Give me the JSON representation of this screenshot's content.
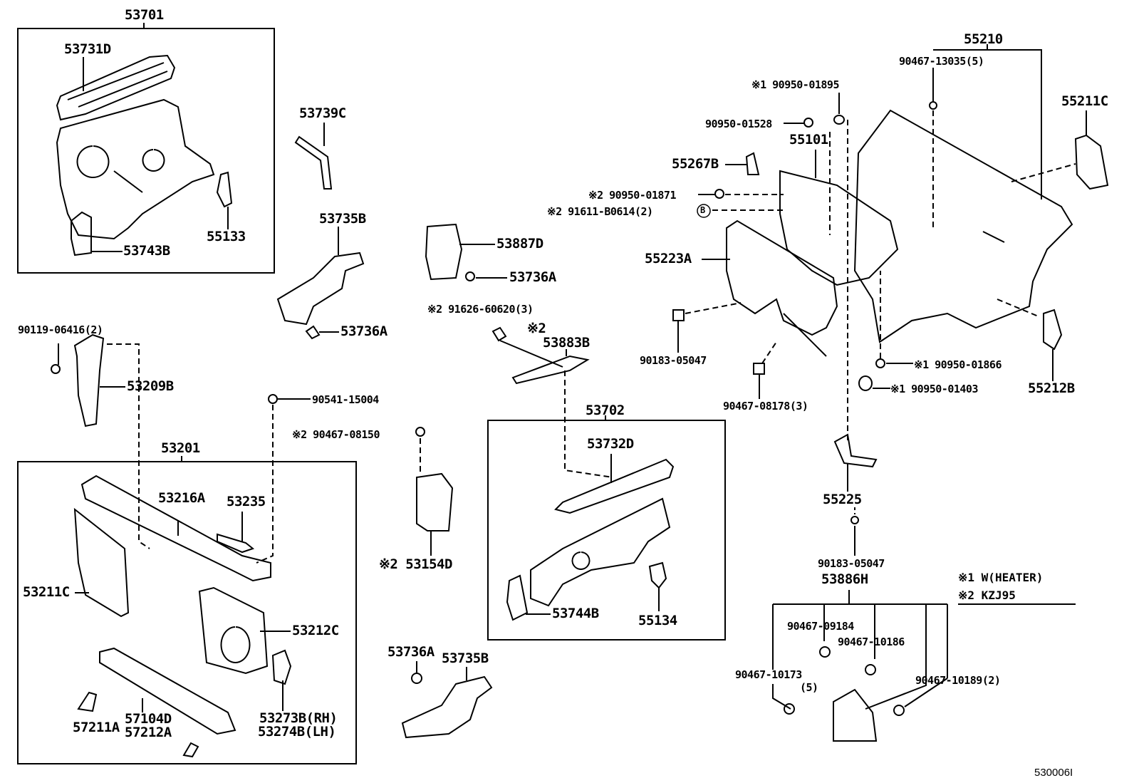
{
  "diagram": {
    "groups": {
      "g53701": "53701",
      "g53201": "53201",
      "g53702": "53702",
      "g55210": "55210"
    },
    "labels": {
      "p53731D": "53731D",
      "p55133": "55133",
      "p53743B": "53743B",
      "p53739C": "53739C",
      "p53735B_a": "53735B",
      "p53736A_a": "53736A",
      "p53887D": "53887D",
      "p53736A_b": "53736A",
      "p91626": "※2  91626-60620(3)",
      "p53883B_note": "※2",
      "p53883B": "53883B",
      "p90119": "90119-06416(2)",
      "p53209B": "53209B",
      "p90541": "90541-15004",
      "p90467_08150": "※2  90467-08150",
      "p53216A": "53216A",
      "p53235": "53235",
      "p53211C": "53211C",
      "p53212C": "53212C",
      "p53273B": "53273B(RH)",
      "p53274B": "53274B(LH)",
      "p57211A": "57211A",
      "p57104D": "57104D",
      "p57212A": "57212A",
      "p53154D": "※2  53154D",
      "p53732D": "53732D",
      "p53744B": "53744B",
      "p55134": "55134",
      "p53736A_c": "53736A",
      "p53735B_b": "53735B",
      "p90467_13035": "90467-13035(5)",
      "p90950_01895": "※1  90950-01895",
      "p90950_01528": "90950-01528",
      "p55101": "55101",
      "p55211C": "55211C",
      "p55267B": "55267B",
      "p90950_01871": "※2  90950-01871",
      "p91611": "※2  91611-B0614(2)",
      "pB": "B",
      "p55223A": "55223A",
      "p90183_a": "90183-05047",
      "p90467_08178": "90467-08178(3)",
      "p90950_01866": "※1  90950-01866",
      "p90950_01403": "※1  90950-01403",
      "p55212B": "55212B",
      "p55225": "55225",
      "p90183_b": "90183-05047",
      "p53886H": "53886H",
      "p90467_09184": "90467-09184",
      "p90467_10186": "90467-10186",
      "p90467_10173": "90467-10173",
      "p90467_10173_qty": "(5)",
      "p90467_10189": "90467-10189(2)"
    },
    "legend": {
      "note1": "※1  W(HEATER)",
      "note2": "※2  KZJ95"
    },
    "figure_id": "530006I"
  }
}
